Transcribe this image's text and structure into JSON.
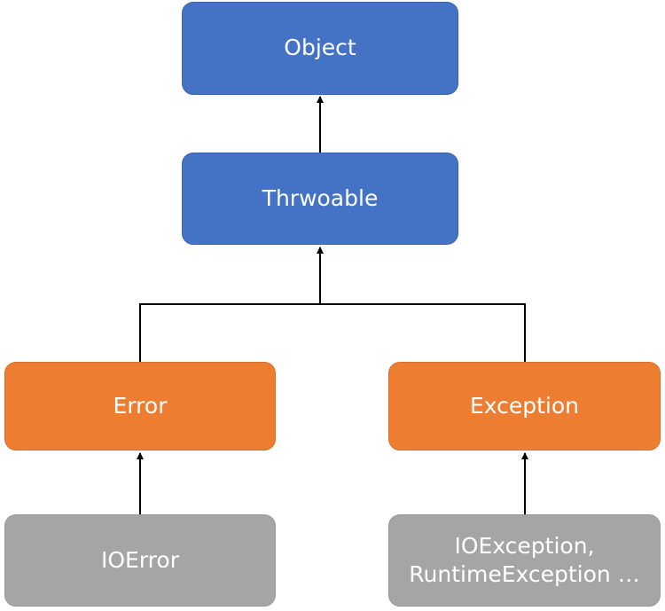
{
  "diagram": {
    "nodes": {
      "object": "Object",
      "throwable": "Thrwoable",
      "error": "Error",
      "exception": "Exception",
      "ioerror": "IOError",
      "ioexception_line1": "IOException,",
      "ioexception_line2": "RuntimeException …"
    },
    "colors": {
      "blue": "#4472c4",
      "orange": "#ed7d31",
      "gray": "#a5a5a5",
      "connector": "#000000"
    }
  }
}
